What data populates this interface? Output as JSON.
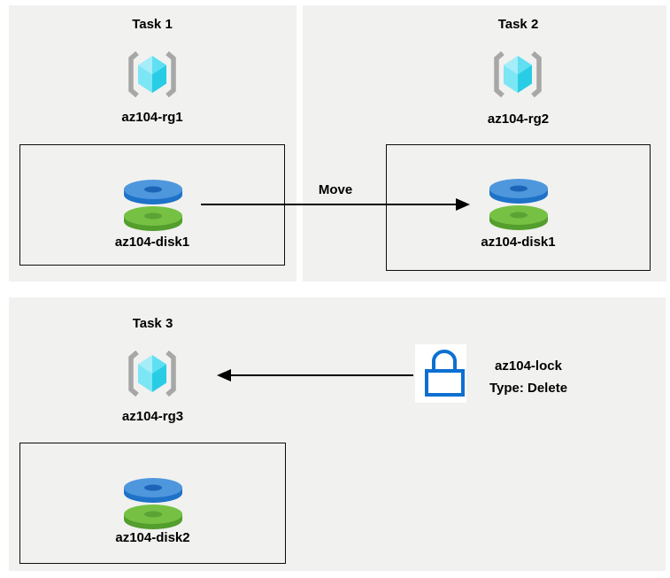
{
  "colors": {
    "page_bg": "#ffffff",
    "panel_bg": "#f1f1ef",
    "text_color": "#000000",
    "arrow_color": "#000000",
    "bracket_gray": "#a7a7a7",
    "cube_cyan_light": "#a5edf8",
    "cube_cyan_mid2": "#60dff2",
    "cube_cyan_mid": "#7de6f4",
    "cube_cyan_dark": "#28cde5",
    "disk_blue_top": "#4f97dd",
    "disk_blue_side": "#1e72c8",
    "disk_blue_hole": "#1b64b8",
    "disk_green_top": "#76c144",
    "disk_green_side": "#539e2c",
    "disk_green_hole": "#5ba335",
    "lock_blue": "#0c70d2",
    "lock_bg": "#ffffff"
  },
  "icons": {
    "resource_group": "azure-resource-group-icon",
    "disk": "azure-managed-disk-icon",
    "lock": "azure-resource-lock-icon"
  },
  "panels": [
    {
      "title": "Task 1",
      "resource_group": {
        "name": "az104-rg1"
      },
      "box": {
        "disk_name": "az104-disk1"
      }
    },
    {
      "title": "Task 2",
      "resource_group": {
        "name": "az104-rg2"
      },
      "box": {
        "disk_name": "az104-disk1"
      }
    },
    {
      "title": "Task 3",
      "resource_group": {
        "name": "az104-rg3"
      },
      "box": {
        "disk_name": "az104-disk2"
      }
    }
  ],
  "annotations": {
    "move_label": "Move",
    "lock_name": "az104-lock",
    "lock_type": "Type: Delete"
  }
}
